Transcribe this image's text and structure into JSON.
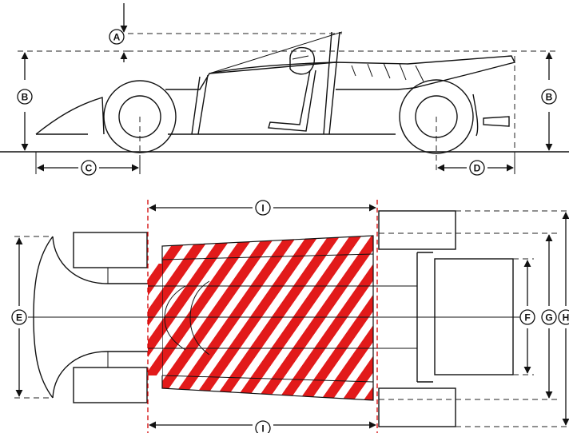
{
  "colors": {
    "line": "#111111",
    "hatch": "#e21a1a",
    "background": "#ffffff"
  },
  "labels": {
    "A": "A",
    "B_left": "B",
    "B_right": "B",
    "C": "C",
    "D": "D",
    "E": "E",
    "F": "F",
    "G": "G",
    "H": "H",
    "I_top": "I",
    "I_bottom": "I"
  }
}
